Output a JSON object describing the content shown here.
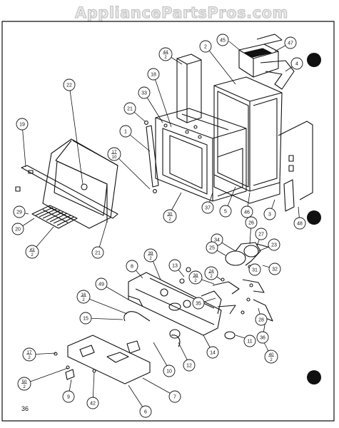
{
  "watermark": "AppliancePartsPros.com",
  "page_number": "36",
  "callouts": [
    {
      "id": "c45",
      "text": "45"
    },
    {
      "id": "c47",
      "text": "47"
    },
    {
      "id": "c2",
      "text": "2"
    },
    {
      "id": "c4",
      "text": "4"
    },
    {
      "id": "c44",
      "text": "44/2"
    },
    {
      "id": "c22",
      "text": "22"
    },
    {
      "id": "c18",
      "text": "18"
    },
    {
      "id": "c33",
      "text": "33"
    },
    {
      "id": "c21a",
      "text": "21"
    },
    {
      "id": "c19",
      "text": "19"
    },
    {
      "id": "c1",
      "text": "1"
    },
    {
      "id": "c17a",
      "text": "17/10"
    },
    {
      "id": "c30",
      "text": "30/2"
    },
    {
      "id": "c37",
      "text": "37"
    },
    {
      "id": "c5",
      "text": "5"
    },
    {
      "id": "c46",
      "text": "46"
    },
    {
      "id": "c3",
      "text": "3"
    },
    {
      "id": "c48",
      "text": "48"
    },
    {
      "id": "c29",
      "text": "29"
    },
    {
      "id": "c20",
      "text": "20"
    },
    {
      "id": "c43",
      "text": "43/2"
    },
    {
      "id": "c21b",
      "text": "21"
    },
    {
      "id": "c26",
      "text": "26"
    },
    {
      "id": "c27",
      "text": "27"
    },
    {
      "id": "c34",
      "text": "34"
    },
    {
      "id": "c23",
      "text": "23"
    },
    {
      "id": "c25",
      "text": "25"
    },
    {
      "id": "c31",
      "text": "31"
    },
    {
      "id": "c32",
      "text": "32"
    },
    {
      "id": "c8",
      "text": "8"
    },
    {
      "id": "c39",
      "text": "39/2"
    },
    {
      "id": "c13",
      "text": "13"
    },
    {
      "id": "c38",
      "text": "38/2"
    },
    {
      "id": "c24",
      "text": "24/2"
    },
    {
      "id": "c35",
      "text": "35"
    },
    {
      "id": "c49",
      "text": "49"
    },
    {
      "id": "c16",
      "text": "16/2"
    },
    {
      "id": "c15",
      "text": "15"
    },
    {
      "id": "c28",
      "text": "28"
    },
    {
      "id": "c36",
      "text": "36"
    },
    {
      "id": "c11",
      "text": "11"
    },
    {
      "id": "c40",
      "text": "40/2"
    },
    {
      "id": "c14",
      "text": "14"
    },
    {
      "id": "c12",
      "text": "12"
    },
    {
      "id": "c10",
      "text": "10"
    },
    {
      "id": "c17b",
      "text": "17/2"
    },
    {
      "id": "c50",
      "text": "50/2"
    },
    {
      "id": "c9",
      "text": "9"
    },
    {
      "id": "c42",
      "text": "42"
    },
    {
      "id": "c7",
      "text": "7"
    },
    {
      "id": "c6",
      "text": "6"
    }
  ]
}
